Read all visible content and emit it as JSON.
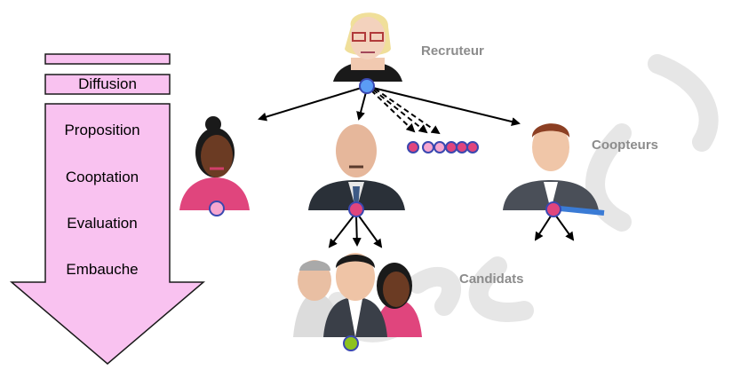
{
  "diagram": {
    "labels": {
      "recruteur": "Recruteur",
      "coopteurs": "Coopteurs",
      "candidats": "Candidats"
    },
    "process": {
      "first_step": "Diffusion",
      "steps": [
        "Proposition",
        "Cooptation",
        "Evaluation",
        "Embauche"
      ]
    },
    "colors": {
      "process_fill": "#f9c2f0",
      "process_stroke": "#1a1a1a",
      "node_blue": "#5b9cf5",
      "node_pink": "#e0457d",
      "node_light_pink": "#f7a6cf",
      "node_green": "#8dc21f",
      "node_stroke": "#3a48b0",
      "watermark": "#e6e6e6"
    },
    "people": {
      "recruteur": "recruiter-avatar",
      "coopteur_left": "woman-coopteur-avatar",
      "coopteur_center": "bald-man-coopteur-avatar",
      "coopteur_right": "young-man-coopteur-avatar",
      "candidats": "candidates-group-avatar"
    }
  }
}
